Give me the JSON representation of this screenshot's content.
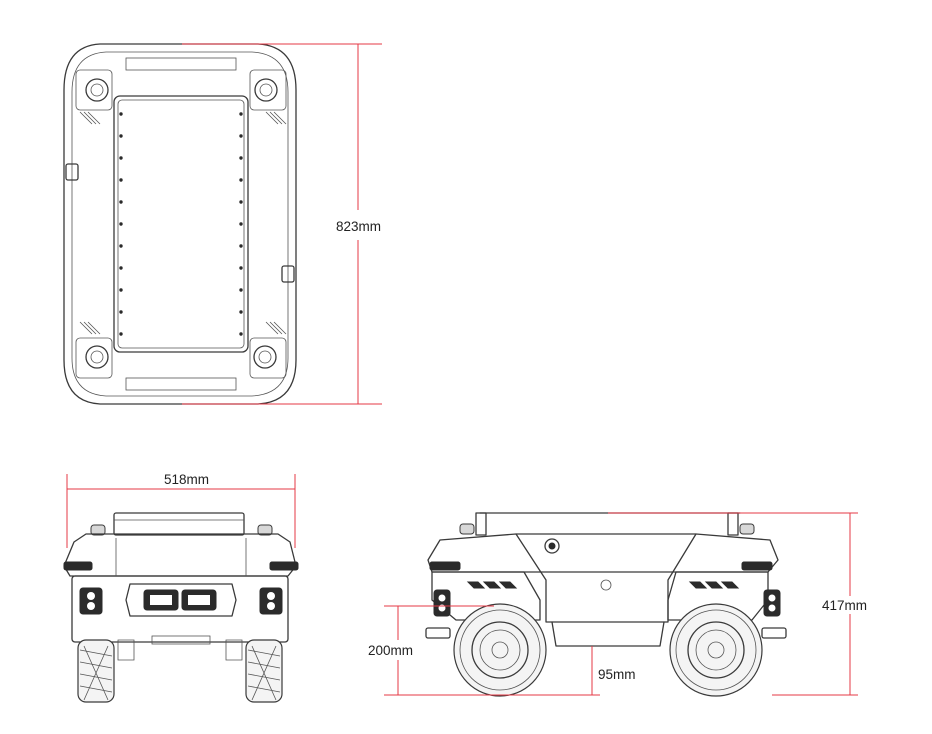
{
  "dimensions": {
    "length": "823mm",
    "width": "518mm",
    "height": "417mm",
    "component_height": "200mm",
    "ground_clearance": "95mm"
  },
  "colors": {
    "dimension_line": "#e53845",
    "outline": "#3a3a3a",
    "background": "#ffffff"
  }
}
